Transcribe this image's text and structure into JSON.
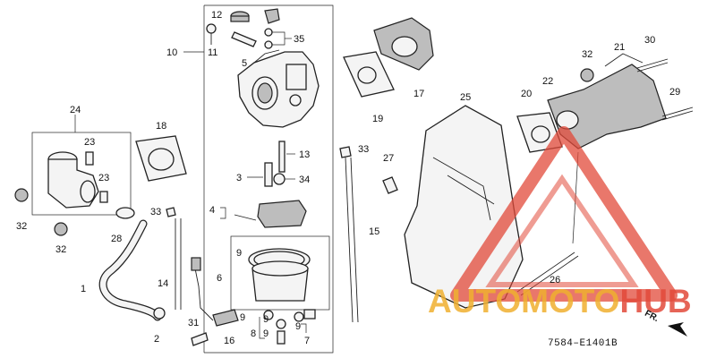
{
  "diagram": {
    "labels": {
      "l12": "12",
      "l10": "10",
      "l11": "11",
      "l35": "35",
      "l5": "5",
      "l24": "24",
      "l18": "18",
      "l23a": "23",
      "l23b": "23",
      "l32a": "32",
      "l32b": "32",
      "l28": "28",
      "l13": "13",
      "l3": "3",
      "l34": "34",
      "l33a": "33",
      "l33b": "33",
      "l4": "4",
      "l1": "1",
      "l14": "14",
      "l2": "2",
      "l9a": "9",
      "l6": "6",
      "l31": "31",
      "l16": "16",
      "l9b": "9",
      "l8": "8",
      "l9c": "9",
      "l9d": "9",
      "l9e": "9",
      "l7": "7",
      "l17": "17",
      "l19": "19",
      "l15": "15",
      "l27": "27",
      "l25": "25",
      "l20": "20",
      "l22": "22",
      "l32c": "32",
      "l21": "21",
      "l30": "30",
      "l29": "29",
      "l26": "26"
    },
    "drawing_code": "7584–E1401B",
    "direction_label": "FR."
  },
  "watermark": {
    "part1": "AUTOMOTO",
    "part2": "HUB"
  },
  "colors": {
    "watermark_primary": "#e24a3a",
    "watermark_secondary": "#f0b030",
    "line": "#222222"
  }
}
